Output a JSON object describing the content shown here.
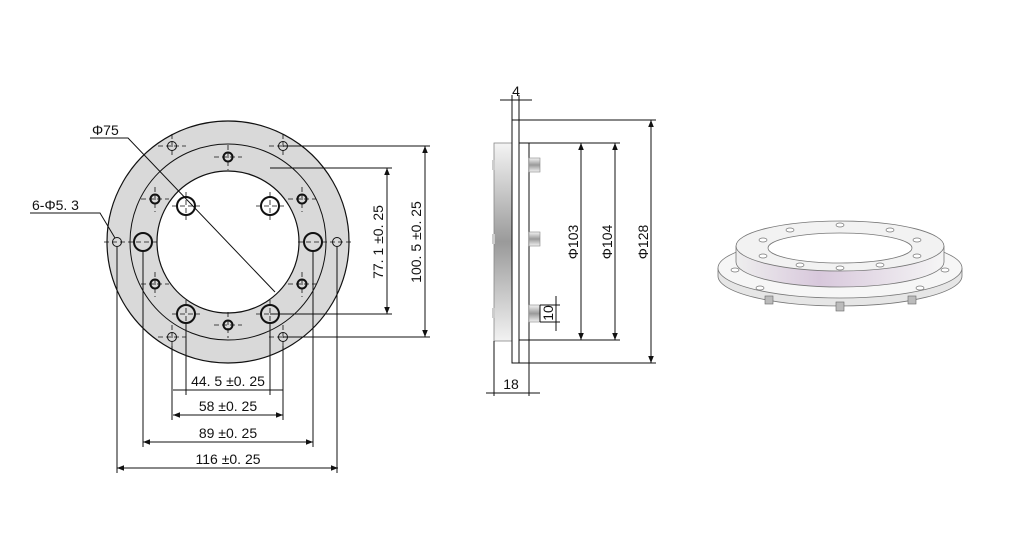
{
  "front_view": {
    "bore_label": "Φ75",
    "holes_label": "6-Φ5. 3",
    "dim_44_5": "44. 5 ±0. 25",
    "dim_58": "58 ±0. 25",
    "dim_89": "89 ±0. 25",
    "dim_116": "116 ±0. 25",
    "dim_77_1": "77. 1 ±0. 25",
    "dim_100_5": "100. 5 ±0. 25"
  },
  "side_view": {
    "dim_4": "4",
    "dim_18": "18",
    "dim_10": "10",
    "dim_103": "Φ103",
    "dim_104": "Φ104",
    "dim_128": "Φ128"
  },
  "colors": {
    "face_fill": "#d9d9d9",
    "line": "#111111",
    "metal_tint": "#d8c8dc"
  }
}
